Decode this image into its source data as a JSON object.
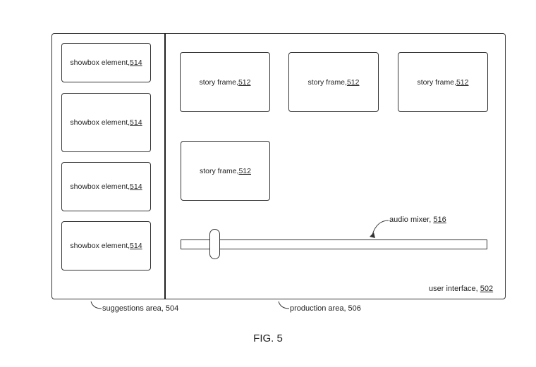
{
  "figure": {
    "caption": "FIG. 5"
  },
  "user_interface": {
    "label": "user interface, ",
    "ref": "502"
  },
  "suggestions_area": {
    "label": "suggestions area, 504",
    "showbox_elements": [
      {
        "label": "showbox element, ",
        "ref": "514"
      },
      {
        "label": "showbox element, ",
        "ref": "514"
      },
      {
        "label": "showbox element, ",
        "ref": "514"
      },
      {
        "label": "showbox element, ",
        "ref": "514"
      }
    ]
  },
  "production_area": {
    "label": "production area, 506",
    "story_frames": [
      {
        "label": "story frame, ",
        "ref": "512"
      },
      {
        "label": "story frame, ",
        "ref": "512"
      },
      {
        "label": "story frame, ",
        "ref": "512"
      },
      {
        "label": "story frame, ",
        "ref": "512"
      }
    ],
    "audio_mixer": {
      "label": "audio mixer, ",
      "ref": "516"
    }
  }
}
